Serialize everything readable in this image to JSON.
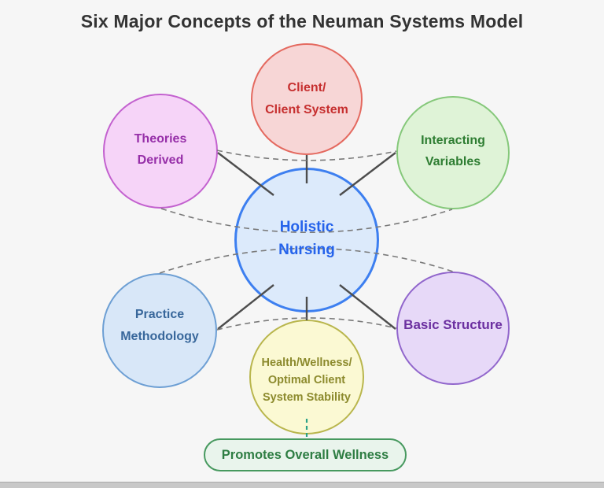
{
  "title": "Six Major Concepts of the Neuman Systems Model",
  "diagram": {
    "center_node": {
      "id": "holistic-nursing",
      "lines": [
        "Holistic",
        "Nursing"
      ],
      "fill": "#dceafb",
      "border": "#3d7ff0",
      "text_color": "#2563eb"
    },
    "nodes": [
      {
        "id": "client-system",
        "lines": [
          "Client/",
          "Client System"
        ],
        "fill": "#f7d6d6",
        "border": "#e4695f",
        "text_color": "#c62f2f",
        "position": "top"
      },
      {
        "id": "theories-derived",
        "lines": [
          "Theories",
          "Derived"
        ],
        "fill": "#f6d4f8",
        "border": "#c361cf",
        "text_color": "#962fa8",
        "position": "upper-left"
      },
      {
        "id": "interacting-variables",
        "lines": [
          "Interacting",
          "Variables"
        ],
        "fill": "#dff3d7",
        "border": "#85c87a",
        "text_color": "#2e7d32",
        "position": "upper-right"
      },
      {
        "id": "practice-methodology",
        "lines": [
          "Practice",
          "Methodology"
        ],
        "fill": "#d8e7f8",
        "border": "#6d9fd4",
        "text_color": "#38679b",
        "position": "lower-left"
      },
      {
        "id": "basic-structure",
        "lines": [
          "Basic Structure"
        ],
        "fill": "#e7d9f8",
        "border": "#9166cc",
        "text_color": "#6b2fa0",
        "position": "lower-right"
      },
      {
        "id": "health-wellness",
        "lines": [
          "Health/Wellness/",
          "Optimal Client",
          "System Stability"
        ],
        "fill": "#fbf9d3",
        "border": "#b9b64d",
        "text_color": "#8c8a2d",
        "position": "bottom"
      }
    ],
    "result_box": {
      "label": "Promotes Overall Wellness",
      "fill": "#e9f4ec",
      "border": "#47995f",
      "text_color": "#2e7d43"
    },
    "edges": {
      "solid_spoke_color": "#4d4d4d",
      "dashed_arc_color": "#7a7a7a",
      "result_connector_color": "#2aa187",
      "solid_spokes": "center connects to all six outer circles",
      "dashed_arcs": "theories-interacting (above and through center), practice-basic (through center and below)"
    }
  },
  "page": {
    "background": "#f6f6f6",
    "title_color": "#333333"
  }
}
